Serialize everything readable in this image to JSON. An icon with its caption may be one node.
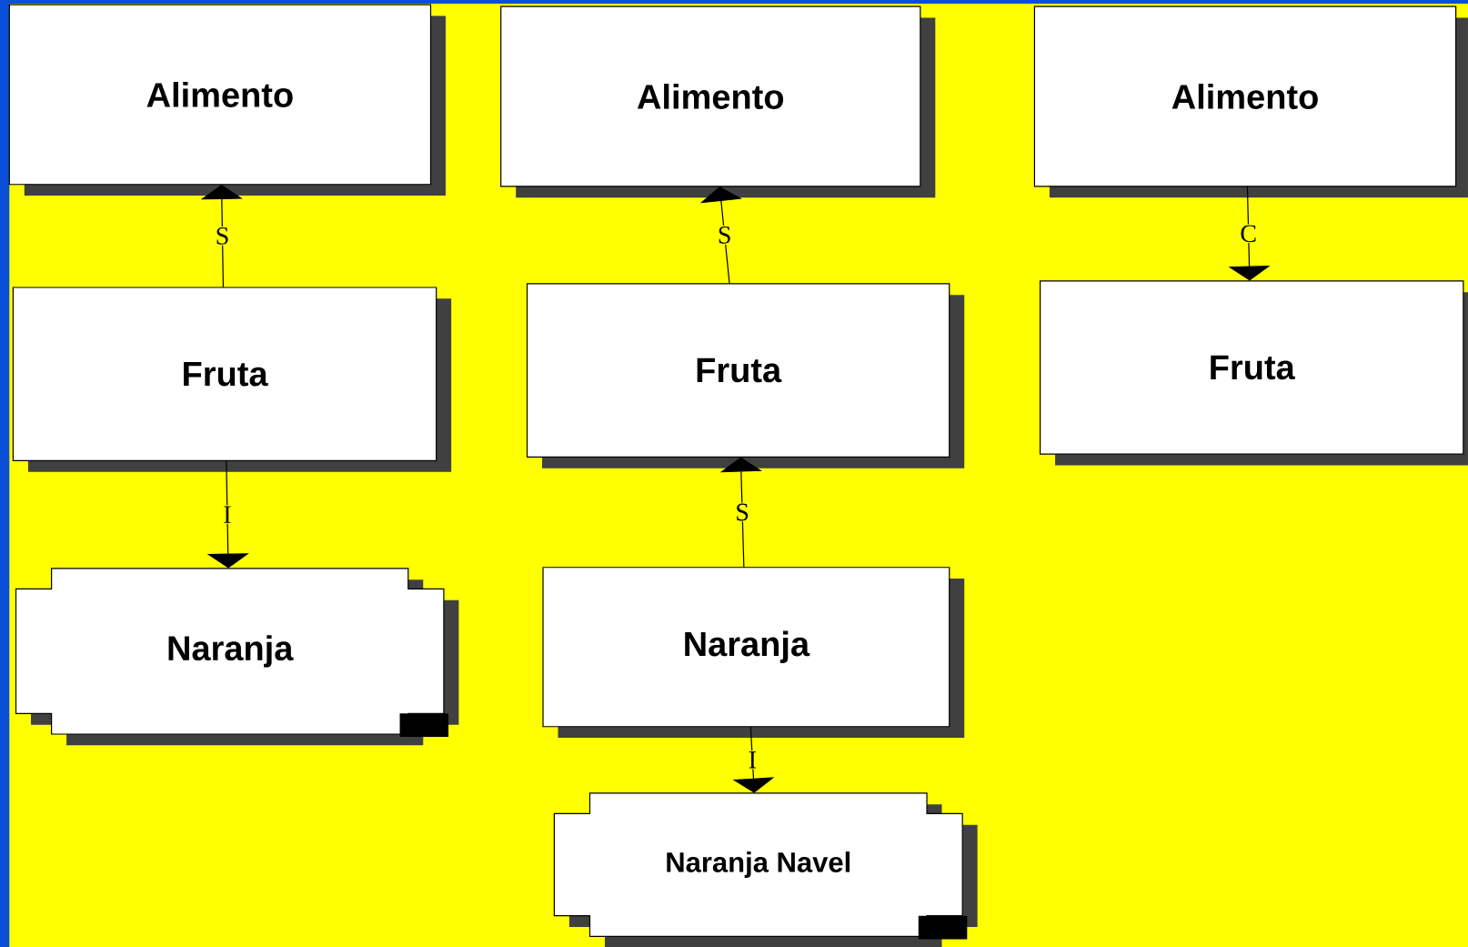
{
  "diagram": {
    "nodes": [
      {
        "text": [
          "Alimento"
        ]
      },
      {
        "text": [
          "Alimento"
        ]
      },
      {
        "text": [
          "Alimento"
        ]
      },
      {
        "text": [
          "Fruta"
        ]
      },
      {
        "text": [
          "Fruta"
        ]
      },
      {
        "text": [
          "Fruta"
        ]
      },
      {
        "text": [
          "Naranja"
        ]
      },
      {
        "text": [
          "Naranja"
        ]
      },
      {
        "text": [
          "Naranja Navel"
        ]
      }
    ],
    "edges": [
      {
        "from": 3,
        "to": 0,
        "arrow": "to",
        "label": "S"
      },
      {
        "from": 4,
        "to": 1,
        "arrow": "to",
        "label": "S"
      },
      {
        "from": 2,
        "to": 5,
        "arrow": "to",
        "label": "C"
      },
      {
        "from": 3,
        "to": 6,
        "arrow": "to",
        "label": "I"
      },
      {
        "from": 7,
        "to": 4,
        "arrow": "to",
        "label": "S"
      },
      {
        "from": 7,
        "to": 8,
        "arrow": "to",
        "label": "I"
      }
    ]
  }
}
